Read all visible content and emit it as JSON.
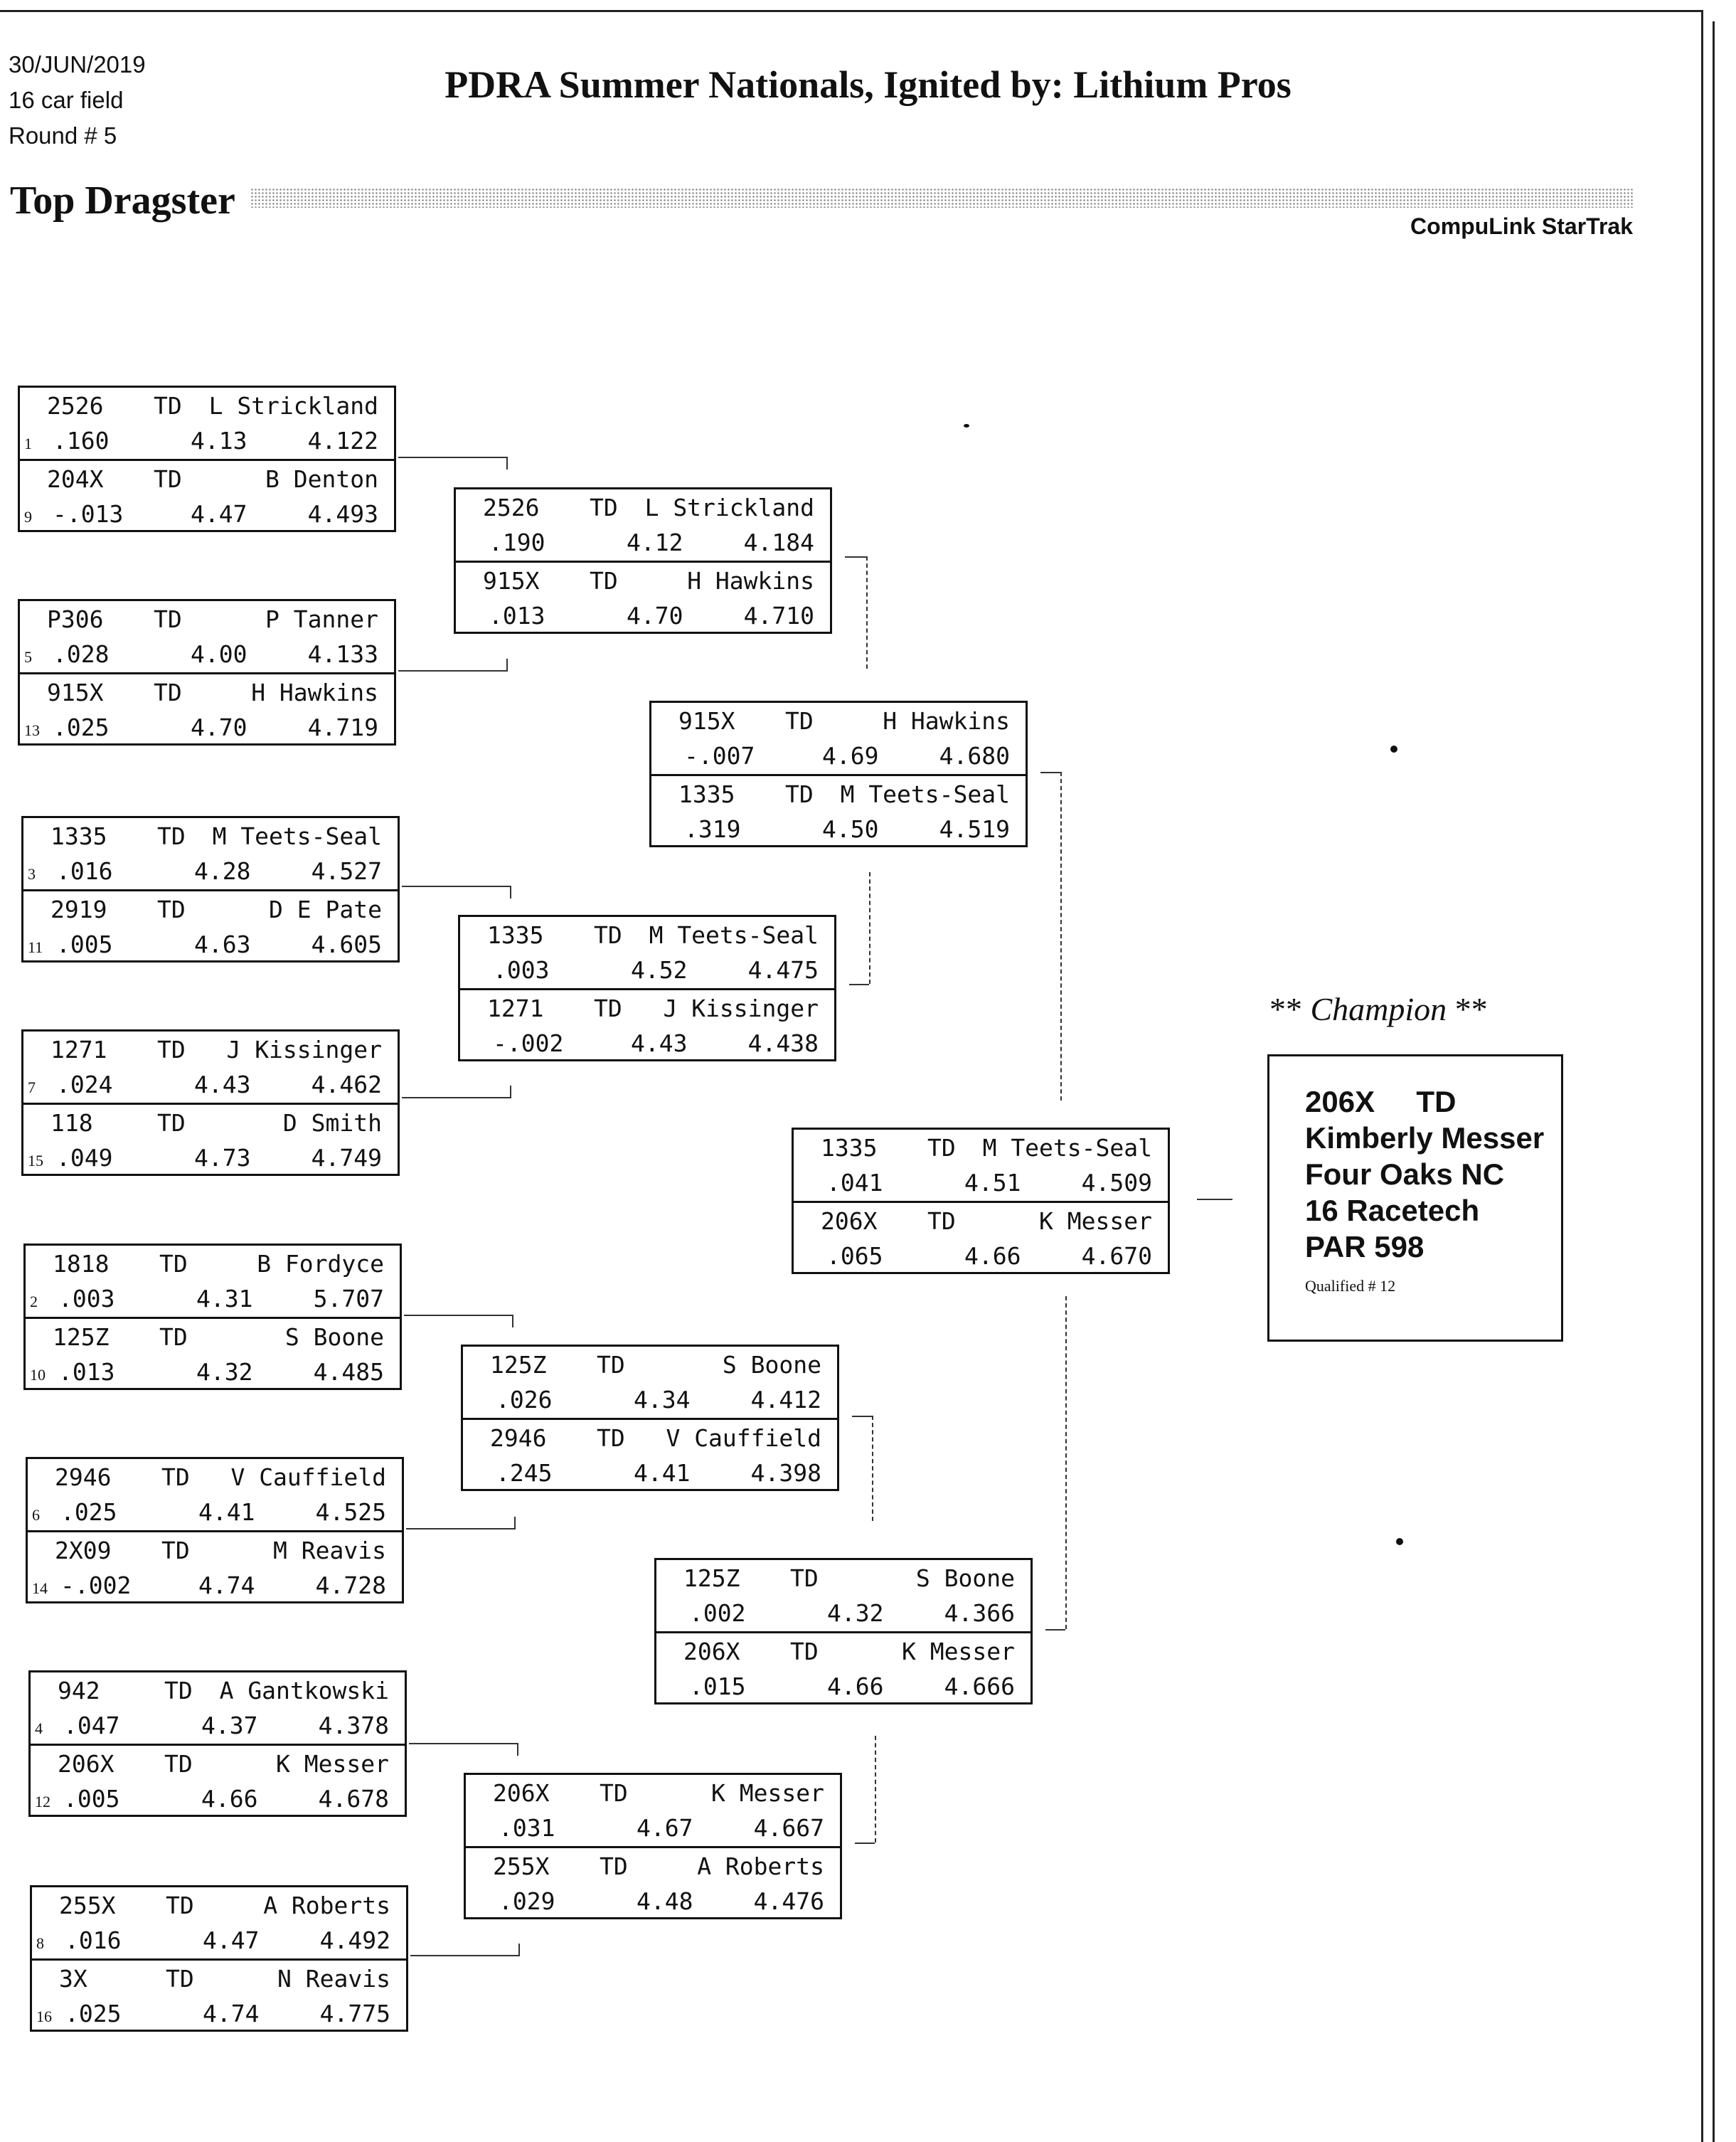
{
  "header": {
    "date": "30/JUN/2019",
    "field": "16 car field",
    "round": "Round # 5",
    "title": "PDRA Summer Nationals, Ignited by: Lithium Pros",
    "class_name": "Top Dragster",
    "credit": "CompuLink StarTrak"
  },
  "rounds": {
    "r1": [
      {
        "top": {
          "car": "2526",
          "cls": "TD",
          "name": "L Strickland",
          "seed": "1",
          "rt": ".160",
          "dial": "4.13",
          "et": "4.122"
        },
        "bottom": {
          "car": "204X",
          "cls": "TD",
          "name": "B Denton",
          "seed": "9",
          "rt": "-.013",
          "dial": "4.47",
          "et": "4.493"
        }
      },
      {
        "top": {
          "car": "P306",
          "cls": "TD",
          "name": "P Tanner",
          "seed": "5",
          "rt": ".028",
          "dial": "4.00",
          "et": "4.133"
        },
        "bottom": {
          "car": "915X",
          "cls": "TD",
          "name": "H Hawkins",
          "seed": "13",
          "rt": ".025",
          "dial": "4.70",
          "et": "4.719"
        }
      },
      {
        "top": {
          "car": "1335",
          "cls": "TD",
          "name": "M Teets-Seal",
          "seed": "3",
          "rt": ".016",
          "dial": "4.28",
          "et": "4.527"
        },
        "bottom": {
          "car": "2919",
          "cls": "TD",
          "name": "D E Pate",
          "seed": "11",
          "rt": ".005",
          "dial": "4.63",
          "et": "4.605"
        }
      },
      {
        "top": {
          "car": "1271",
          "cls": "TD",
          "name": "J Kissinger",
          "seed": "7",
          "rt": ".024",
          "dial": "4.43",
          "et": "4.462"
        },
        "bottom": {
          "car": "118",
          "cls": "TD",
          "name": "D Smith",
          "seed": "15",
          "rt": ".049",
          "dial": "4.73",
          "et": "4.749"
        }
      },
      {
        "top": {
          "car": "1818",
          "cls": "TD",
          "name": "B Fordyce",
          "seed": "2",
          "rt": ".003",
          "dial": "4.31",
          "et": "5.707"
        },
        "bottom": {
          "car": "125Z",
          "cls": "TD",
          "name": "S Boone",
          "seed": "10",
          "rt": ".013",
          "dial": "4.32",
          "et": "4.485"
        }
      },
      {
        "top": {
          "car": "2946",
          "cls": "TD",
          "name": "V Cauffield",
          "seed": "6",
          "rt": ".025",
          "dial": "4.41",
          "et": "4.525"
        },
        "bottom": {
          "car": "2X09",
          "cls": "TD",
          "name": "M Reavis",
          "seed": "14",
          "rt": "-.002",
          "dial": "4.74",
          "et": "4.728"
        }
      },
      {
        "top": {
          "car": "942",
          "cls": "TD",
          "name": "A Gantkowski",
          "seed": "4",
          "rt": ".047",
          "dial": "4.37",
          "et": "4.378"
        },
        "bottom": {
          "car": "206X",
          "cls": "TD",
          "name": "K Messer",
          "seed": "12",
          "rt": ".005",
          "dial": "4.66",
          "et": "4.678"
        }
      },
      {
        "top": {
          "car": "255X",
          "cls": "TD",
          "name": "A Roberts",
          "seed": "8",
          "rt": ".016",
          "dial": "4.47",
          "et": "4.492"
        },
        "bottom": {
          "car": "3X",
          "cls": "TD",
          "name": "N Reavis",
          "seed": "16",
          "rt": ".025",
          "dial": "4.74",
          "et": "4.775"
        }
      }
    ],
    "r2": [
      {
        "top": {
          "car": "2526",
          "cls": "TD",
          "name": "L Strickland",
          "seed": "",
          "rt": ".190",
          "dial": "4.12",
          "et": "4.184"
        },
        "bottom": {
          "car": "915X",
          "cls": "TD",
          "name": "H Hawkins",
          "seed": "",
          "rt": ".013",
          "dial": "4.70",
          "et": "4.710"
        }
      },
      {
        "top": {
          "car": "1335",
          "cls": "TD",
          "name": "M Teets-Seal",
          "seed": "",
          "rt": ".003",
          "dial": "4.52",
          "et": "4.475"
        },
        "bottom": {
          "car": "1271",
          "cls": "TD",
          "name": "J Kissinger",
          "seed": "",
          "rt": "-.002",
          "dial": "4.43",
          "et": "4.438"
        }
      },
      {
        "top": {
          "car": "125Z",
          "cls": "TD",
          "name": "S Boone",
          "seed": "",
          "rt": ".026",
          "dial": "4.34",
          "et": "4.412"
        },
        "bottom": {
          "car": "2946",
          "cls": "TD",
          "name": "V Cauffield",
          "seed": "",
          "rt": ".245",
          "dial": "4.41",
          "et": "4.398"
        }
      },
      {
        "top": {
          "car": "206X",
          "cls": "TD",
          "name": "K Messer",
          "seed": "",
          "rt": ".031",
          "dial": "4.67",
          "et": "4.667"
        },
        "bottom": {
          "car": "255X",
          "cls": "TD",
          "name": "A Roberts",
          "seed": "",
          "rt": ".029",
          "dial": "4.48",
          "et": "4.476"
        }
      }
    ],
    "r3": [
      {
        "top": {
          "car": "915X",
          "cls": "TD",
          "name": "H Hawkins",
          "seed": "",
          "rt": "-.007",
          "dial": "4.69",
          "et": "4.680"
        },
        "bottom": {
          "car": "1335",
          "cls": "TD",
          "name": "M Teets-Seal",
          "seed": "",
          "rt": ".319",
          "dial": "4.50",
          "et": "4.519"
        }
      },
      {
        "top": {
          "car": "125Z",
          "cls": "TD",
          "name": "S Boone",
          "seed": "",
          "rt": ".002",
          "dial": "4.32",
          "et": "4.366"
        },
        "bottom": {
          "car": "206X",
          "cls": "TD",
          "name": "K Messer",
          "seed": "",
          "rt": ".015",
          "dial": "4.66",
          "et": "4.666"
        }
      }
    ],
    "final": [
      {
        "top": {
          "car": "1335",
          "cls": "TD",
          "name": "M Teets-Seal",
          "seed": "",
          "rt": ".041",
          "dial": "4.51",
          "et": "4.509"
        },
        "bottom": {
          "car": "206X",
          "cls": "TD",
          "name": "K Messer",
          "seed": "",
          "rt": ".065",
          "dial": "4.66",
          "et": "4.670"
        }
      }
    ]
  },
  "champion": {
    "label_pre": "** ",
    "label": "Champion",
    "label_post": " **",
    "car_class": "206X     TD",
    "name": "Kimberly Messer",
    "hometown": "Four Oaks NC",
    "sponsor": "16 Racetech",
    "par": "PAR 598",
    "qualified": "Qualified # 12"
  }
}
